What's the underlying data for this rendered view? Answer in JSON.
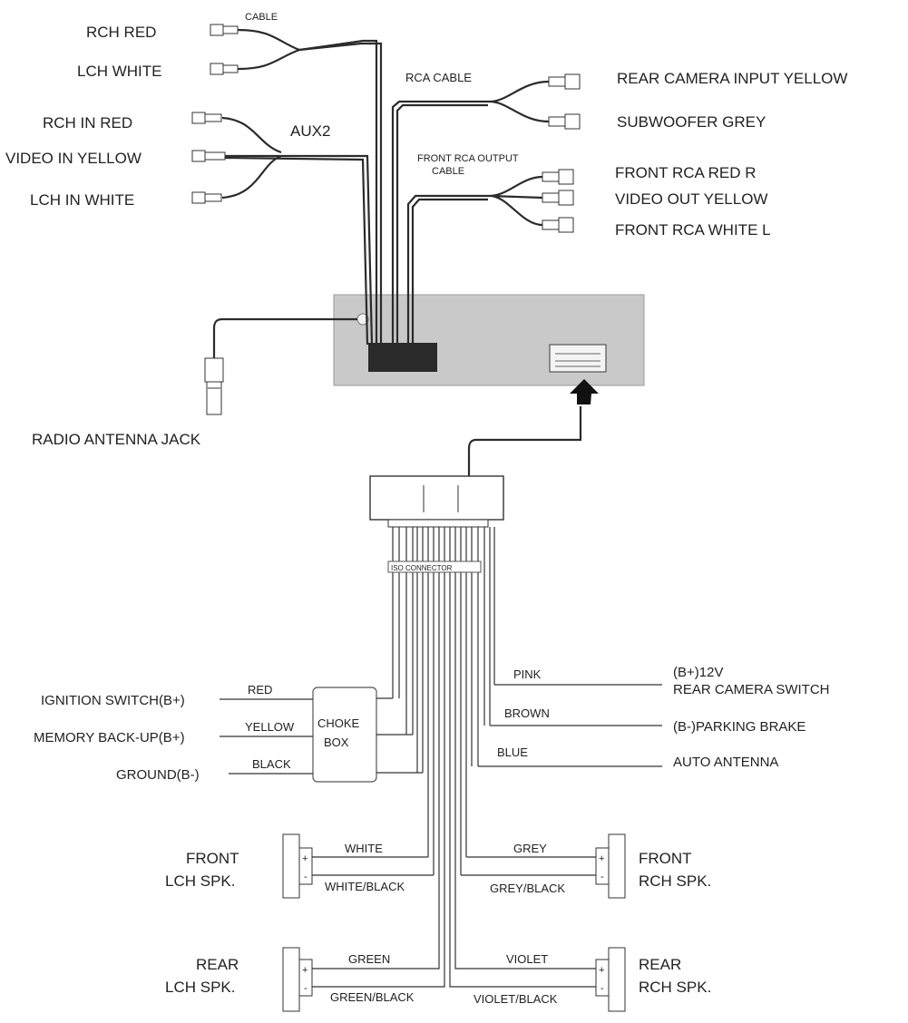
{
  "top_left": {
    "cable_title": "CABLE",
    "rch_red": "RCH  RED",
    "lch_white": "LCH WHITE",
    "aux_title": "AUX2",
    "rch_in_red": "RCH IN RED",
    "video_in_yellow": "VIDEO IN YELLOW",
    "lch_in_white": "LCH IN WHITE"
  },
  "top_right": {
    "rca_cable_title": "RCA  CABLE",
    "rear_camera_input": "REAR CAMERA INPUT YELLOW",
    "subwoofer": "SUBWOOFER  GREY",
    "front_rca_title_1": "FRONT RCA OUTPUT",
    "front_rca_title_2": "CABLE",
    "front_rca_red": "FRONT RCA RED  R",
    "video_out": "VIDEO  OUT  YELLOW",
    "front_rca_white": "FRONT RCA  WHITE  L"
  },
  "antenna": {
    "label": "RADIO ANTENNA JACK"
  },
  "iso": {
    "label": "ISO CONNECTOR"
  },
  "choke": {
    "line1": "CHOKE",
    "line2": "BOX"
  },
  "power_left": {
    "ignition": "IGNITION SWITCH(B+)",
    "ignition_wire": "RED",
    "memory": "MEMORY BACK-UP(B+)",
    "memory_wire": "YELLOW",
    "ground": "GROUND(B-)",
    "ground_wire": "BLACK"
  },
  "power_right": {
    "pink_wire": "PINK",
    "b12v": "(B+)12V",
    "rear_cam_switch": "REAR CAMERA SWITCH",
    "brown_wire": "BROWN",
    "parking_brake": "(B-)PARKING BRAKE",
    "blue_wire": "BLUE",
    "auto_antenna": "AUTO ANTENNA"
  },
  "speakers": {
    "front_lch_1": "FRONT",
    "front_lch_2": "LCH SPK.",
    "front_lch_pos": "WHITE",
    "front_lch_neg": "WHITE/BLACK",
    "front_rch_1": "FRONT",
    "front_rch_2": "RCH SPK.",
    "front_rch_pos": "GREY",
    "front_rch_neg": "GREY/BLACK",
    "rear_lch_1": "REAR",
    "rear_lch_2": "LCH SPK.",
    "rear_lch_pos": "GREEN",
    "rear_lch_neg": "GREEN/BLACK",
    "rear_rch_1": "REAR",
    "rear_rch_2": "RCH SPK.",
    "rear_rch_pos": "VIOLET",
    "rear_rch_neg": "VIOLET/BLACK",
    "plus": "+",
    "minus": "-"
  }
}
